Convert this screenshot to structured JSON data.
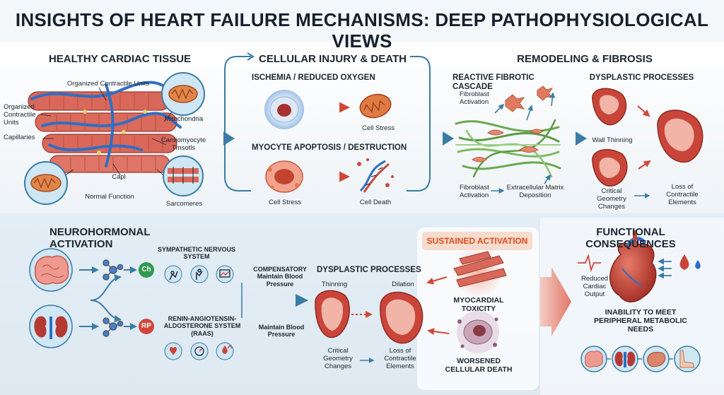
{
  "title": "INSIGHTS OF HEART FAILURE MECHANISMS: DEEP PATHOPHYSIOLOGICAL VIEWS",
  "healthy": {
    "heading": "HEALTHY CARDIAC TISSUE",
    "organized_top": "Organized Contractile Units",
    "organized_left": "Organized Contractile Units",
    "mitochondria": "Mitochondria",
    "capillaries": "Capillaries",
    "cardiomyocyte": "Cardiomyocyte Tmsotls",
    "capl": "Capl",
    "normal_function": "Normal Function",
    "sarcomeres": "Sarcomeres"
  },
  "injury": {
    "heading": "CELLULAR INJURY & DEATH",
    "ischemia": "ISCHEMIA / REDUCED OXYGEN",
    "cell_stress_a": "Cell Stress",
    "apoptosis": "MYOCYTE APOPTOSIS / DESTRUCTION",
    "cell_stress_b": "Cell Stress",
    "cell_death": "Cell Death"
  },
  "remodeling": {
    "heading": "REMODELING & FIBROSIS",
    "cascade": "REACTIVE FIBROTIC CASCADE",
    "fibroblast_activation_top": "Fibroblast Activation",
    "fibroblast_activation_bottom": "Fibroblast Activation",
    "ecm": "Extracellular Matrix Deposition",
    "dysplastic": "DYSPLASTIC PROCESSES",
    "wall_thinning": "Wall Thinning",
    "critical_geometry": "Critical Geometry Changes",
    "loss_contractile": "Loss of Contractile Elements"
  },
  "neuro": {
    "heading": "NEUROHORMONAL ACTIVATION",
    "sns": "SYMPATHETIC NERVOUS SYSTEM",
    "raas": "RENIN-ANGIOTENSIN-ALDOSTERONE SYSTEM (RAAS)",
    "badge_ch": "Ch",
    "badge_rp": "RP",
    "compensatory": "COMPENSATORY Maintain Blood Pressure",
    "maintain_bp": "Maintain Blood Pressure"
  },
  "sustained": {
    "badge": "SUSTAINED ACTIVATION",
    "dysplastic": "DYSPLASTIC PROCESSES",
    "thinning": "Thinning",
    "dilation": "Dilation",
    "critical_geometry": "Critical Geometry Changes",
    "loss_contractile": "Loss of Contractile Elements",
    "toxicity": "MYOCARDIAL TOXICITY",
    "worsened": "WORSENED CELLULAR DEATH"
  },
  "functional": {
    "heading": "FUNCTIONAL CONSEQUENCES",
    "reduced_output": "Reduced Cardiac Output",
    "inability": "INABILITY TO MEET PERIPHERAL METABOLIC NEEDS"
  },
  "colors": {
    "accent_blue": "#3a7ca5",
    "muscle_red": "#c94a3c",
    "alert_orange": "#e04a1e",
    "fibrosis_green": "#6aa84f"
  }
}
